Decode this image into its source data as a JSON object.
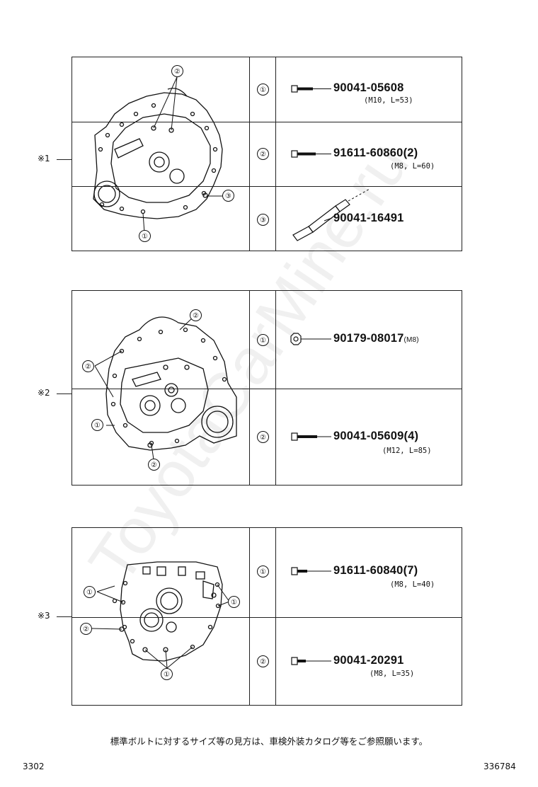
{
  "watermark": "ToyotaCarMine.ru",
  "groups": [
    {
      "ref": "※1",
      "callouts": [
        "①",
        "②",
        "③"
      ],
      "parts": [
        {
          "index": "①",
          "part_no": "90041-05608",
          "qty": "",
          "spec": "(M10, L=53)",
          "icon": "bolt-icon"
        },
        {
          "index": "②",
          "part_no": "91611-60860",
          "qty": "(2)",
          "spec": "(M8, L=60)",
          "icon": "bolt-icon"
        },
        {
          "index": "③",
          "part_no": "90041-16491",
          "qty": "",
          "spec": "",
          "icon": "stud-icon"
        }
      ]
    },
    {
      "ref": "※2",
      "callouts": [
        "①",
        "②"
      ],
      "parts": [
        {
          "index": "①",
          "part_no": "90179-08017",
          "qty": "",
          "spec": "(M8)",
          "icon": "nut-icon"
        },
        {
          "index": "②",
          "part_no": "90041-05609",
          "qty": "(4)",
          "spec": "(M12, L=85)",
          "icon": "bolt-icon"
        }
      ]
    },
    {
      "ref": "※3",
      "callouts": [
        "①",
        "②"
      ],
      "parts": [
        {
          "index": "①",
          "part_no": "91611-60840",
          "qty": "(7)",
          "spec": "(M8, L=40)",
          "icon": "bolt-icon"
        },
        {
          "index": "②",
          "part_no": "90041-20291",
          "qty": "",
          "spec": "(M8, L=35)",
          "icon": "bolt-icon"
        }
      ]
    }
  ],
  "footer": {
    "note": "標準ボルトに対するサイズ等の見方は、車検外装カタログ等をご参照願います。",
    "left_code": "3302",
    "right_code": "336784"
  }
}
